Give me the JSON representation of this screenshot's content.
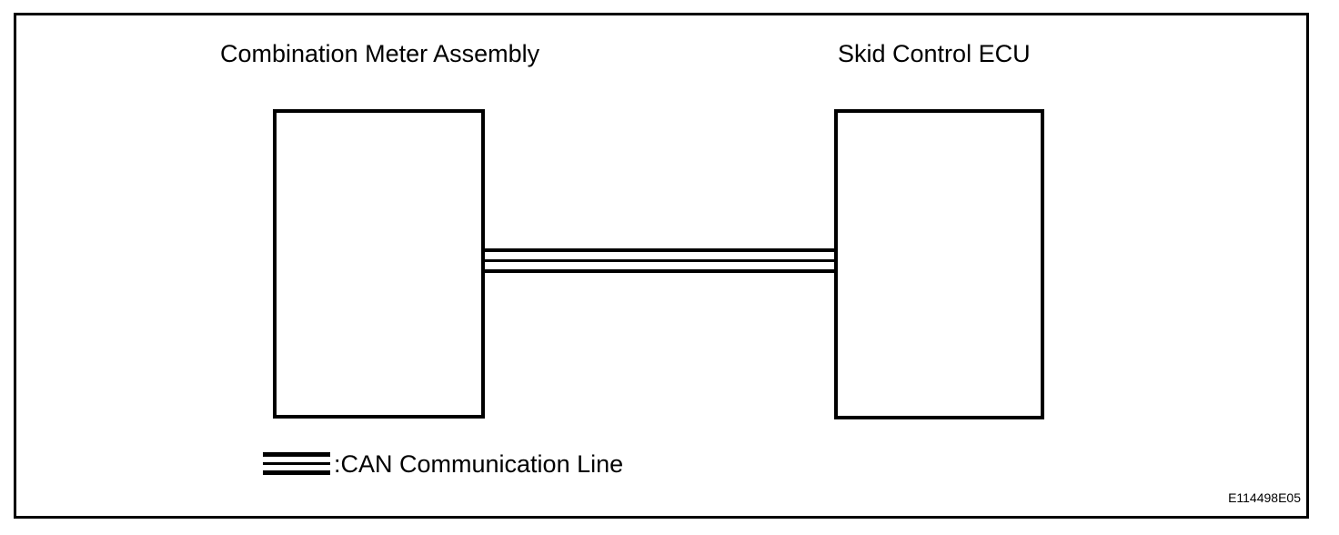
{
  "figure": {
    "type": "system-wiring-diagram",
    "nodes": [
      {
        "id": "combination-meter-assembly",
        "label": "Combination Meter Assembly"
      },
      {
        "id": "skid-control-ecu",
        "label": "Skid Control ECU"
      }
    ],
    "connections": [
      {
        "from": "combination-meter-assembly",
        "to": "skid-control-ecu",
        "style": "triple-line",
        "meaning": "CAN Communication Line"
      }
    ],
    "legend": [
      {
        "symbol": "triple-line",
        "label": ":CAN Communication Line"
      }
    ],
    "reference_code": "E114498E05",
    "colors": {
      "foreground": "#000000",
      "background": "#ffffff"
    }
  }
}
